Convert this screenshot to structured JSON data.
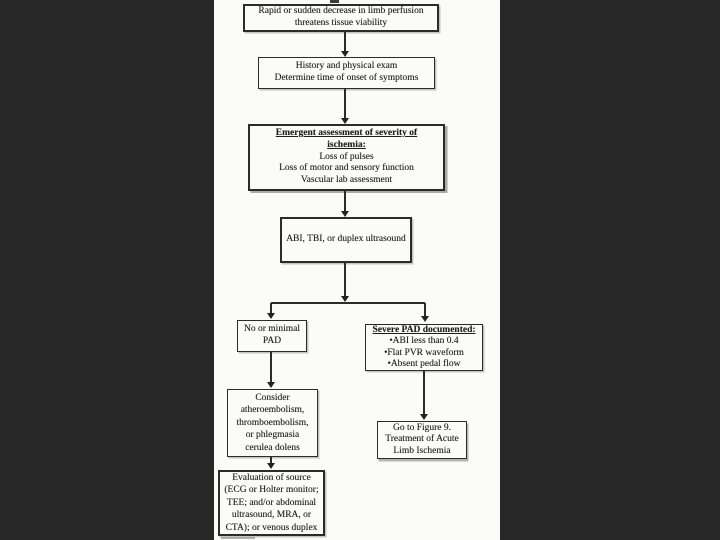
{
  "colors": {
    "letterbox": "#272727",
    "paper": "#fbfbf9",
    "ink": "#1e1e1e"
  },
  "flowchart": {
    "description": "Diagnosis flowchart: rapid or sudden decrease in limb perfusion",
    "nodes": {
      "rapid": {
        "lines": [
          "Rapid or sudden decrease in limb perfusion",
          "threatens tissue viability"
        ]
      },
      "history": {
        "lines": [
          "History and physical exam",
          "Determine time of onset of symptoms"
        ]
      },
      "emergent": {
        "title": "Emergent assessment of severity of ischemia:",
        "lines": [
          "Loss of pulses",
          "Loss of motor and sensory function",
          "Vascular lab assessment"
        ]
      },
      "abi": {
        "lines": [
          "ABI, TBI, or duplex ultrasound"
        ]
      },
      "nopad": {
        "lines": [
          "No or minimal",
          "PAD"
        ]
      },
      "severe": {
        "title": "Severe PAD documented:",
        "lines": [
          "•ABI less than 0.4",
          "•Flat PVR waveform",
          "•Absent pedal flow"
        ]
      },
      "consider": {
        "lines": [
          "Consider",
          "atheroembolism,",
          "thromboembolism,",
          "or phlegmasia",
          "cerulea dolens"
        ]
      },
      "figure9": {
        "lines": [
          "Go to Figure 9.",
          "Treatment of Acute",
          "Limb Ischemia"
        ]
      },
      "evaluation": {
        "lines": [
          "Evaluation of source",
          "(ECG or Holter monitor;",
          "TEE; and/or abdominal",
          "ultrasound, MRA, or",
          "CTA); or venous duplex"
        ]
      }
    }
  }
}
